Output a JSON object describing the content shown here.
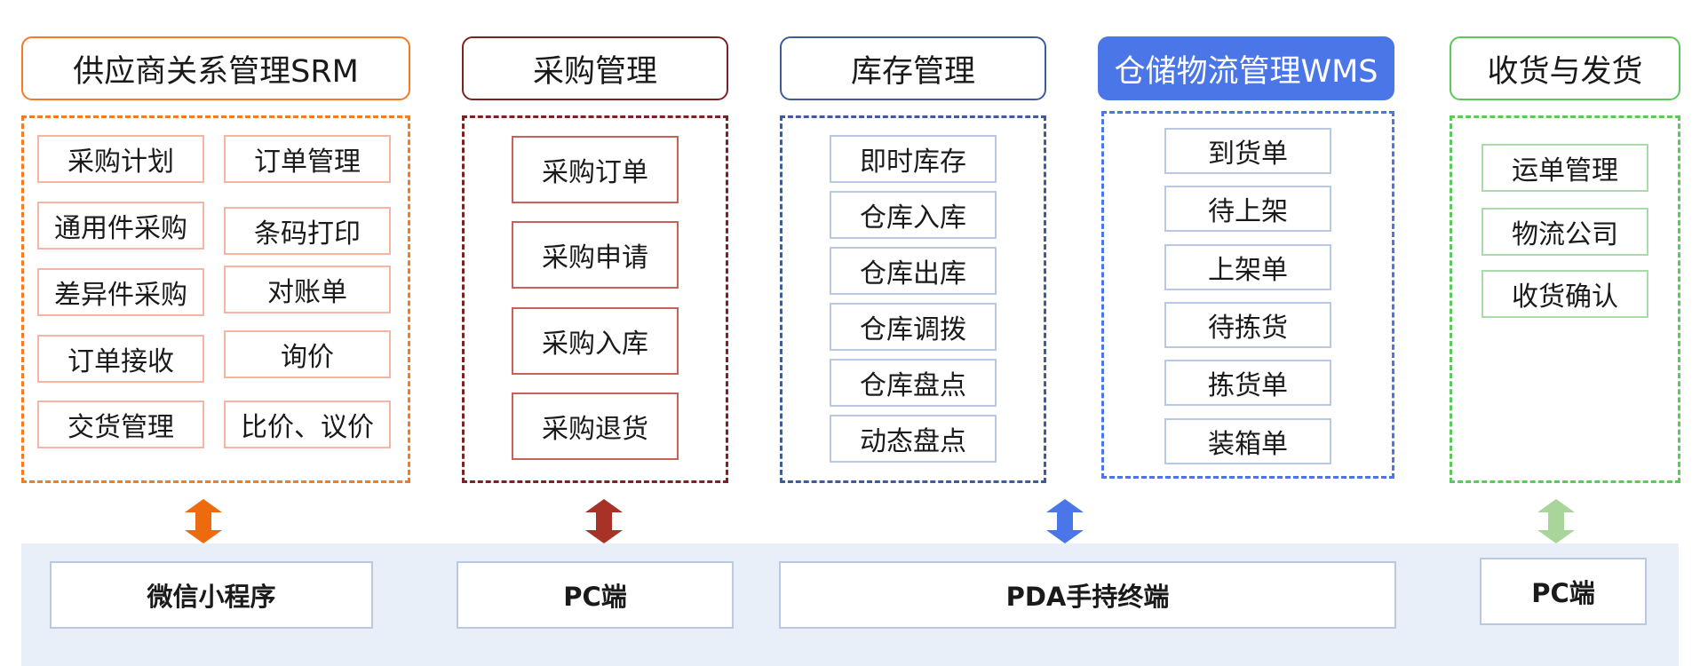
{
  "colors": {
    "srm": "#f47a24",
    "purchase": "#7b2322",
    "inventory": "#3f5c97",
    "wms": "#4a76e8",
    "shipping": "#5cc85c",
    "srm_item": "#f5b5a2",
    "purchase_item": "#c86258",
    "neutral_item": "#b9c9e4",
    "shipping_item": "#a9dca9",
    "arrow_srm": "#ee6a0f",
    "arrow_purchase": "#a83228",
    "arrow_inventory": "#4a76e8",
    "arrow_shipping": "#a9d59b"
  },
  "columns": {
    "srm": {
      "title": "供应商关系管理SRM",
      "items": [
        "采购计划",
        "订单管理",
        "通用件采购",
        "条码打印",
        "差异件采购",
        "对账单",
        "订单接收",
        "询价",
        "交货管理",
        "比价、议价"
      ]
    },
    "purchase": {
      "title": "采购管理",
      "items": [
        "采购订单",
        "采购申请",
        "采购入库",
        "采购退货"
      ]
    },
    "inventory": {
      "title": "库存管理",
      "items": [
        "即时库存",
        "仓库入库",
        "仓库出库",
        "仓库调拨",
        "仓库盘点",
        "动态盘点"
      ]
    },
    "wms": {
      "title": "仓储物流管理WMS",
      "items": [
        "到货单",
        "待上架",
        "上架单",
        "待拣货",
        "拣货单",
        "装箱单"
      ]
    },
    "shipping": {
      "title": "收货与发货",
      "items": [
        "运单管理",
        "物流公司",
        "收货确认"
      ]
    }
  },
  "platforms": [
    "微信小程序",
    "PC端",
    "PDA手持终端",
    "PC端"
  ]
}
